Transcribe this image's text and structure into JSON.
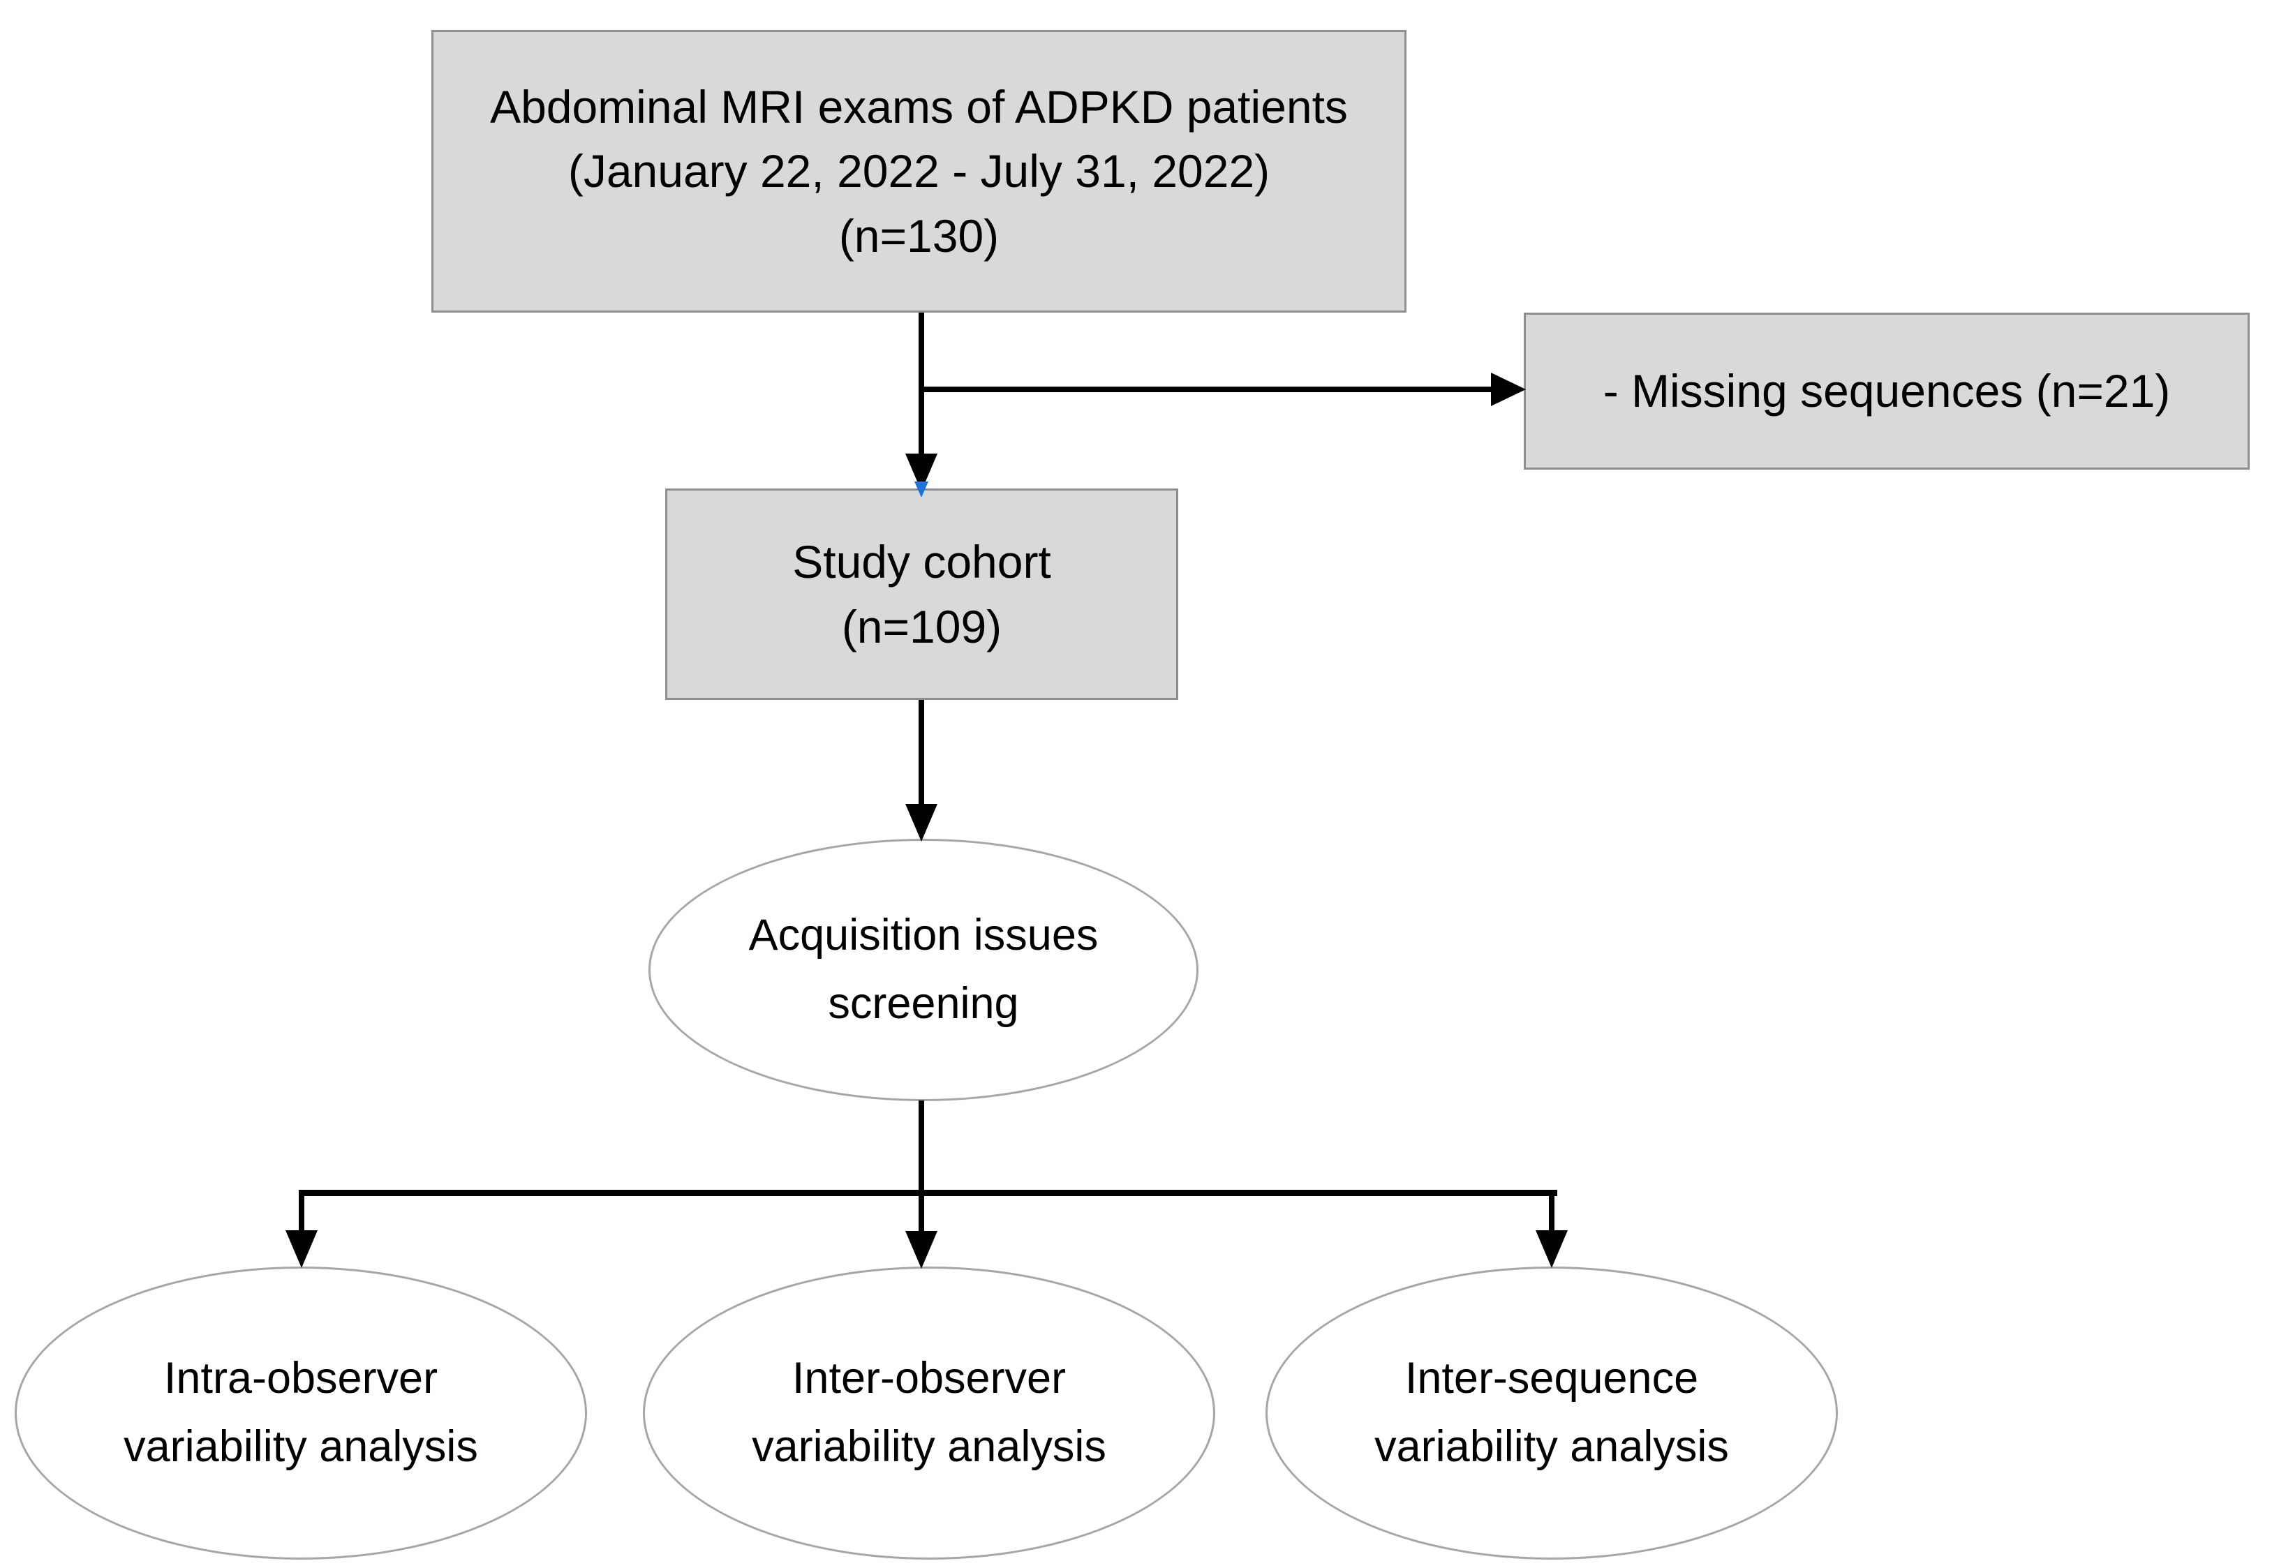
{
  "colors": {
    "box_fill": "#d9d9d9",
    "box_border": "#8f8f8f",
    "ellipse_fill": "#ffffff",
    "ellipse_border": "#a6a6a6",
    "connector": "#000000",
    "arrow_tip_blue": "#2273d8",
    "background": "#ffffff",
    "text": "#000000"
  },
  "nodes": {
    "source": {
      "lines": [
        "Abdominal MRI exams of ADPKD patients",
        "(January 22, 2022 - July 31, 2022)",
        "(n=130)"
      ]
    },
    "excluded": {
      "label": "- Missing sequences (n=21)"
    },
    "cohort": {
      "lines": [
        "Study cohort",
        "(n=109)"
      ]
    },
    "screening": {
      "lines": [
        "Acquisition issues",
        "screening"
      ]
    },
    "intra_observer": {
      "lines": [
        "Intra-observer",
        "variability analysis"
      ]
    },
    "inter_observer": {
      "lines": [
        "Inter-observer",
        "variability analysis"
      ]
    },
    "inter_sequence": {
      "lines": [
        "Inter-sequence",
        "variability analysis"
      ]
    }
  }
}
